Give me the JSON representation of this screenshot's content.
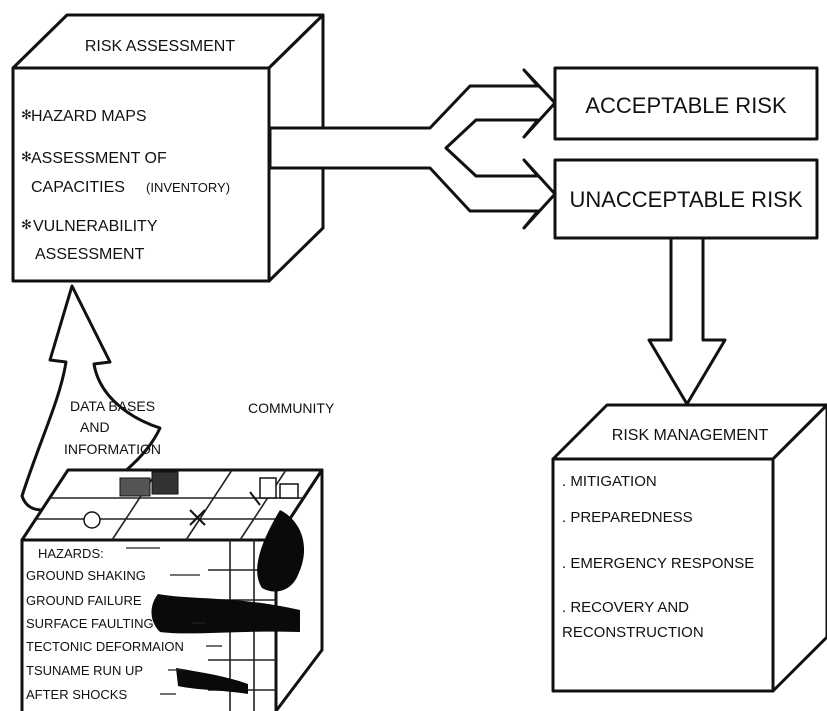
{
  "risk_assessment": {
    "title": "RISK ASSESSMENT",
    "items": [
      {
        "bullet": "✻",
        "lines": [
          "HAZARD MAPS"
        ]
      },
      {
        "bullet": "✻",
        "lines": [
          "ASSESSMENT OF",
          "CAPACITIES"
        ],
        "suffix": "(INVENTORY)"
      },
      {
        "bullet": "✻",
        "lines": [
          "VULNERABILITY",
          "ASSESSMENT"
        ]
      }
    ]
  },
  "outcomes": {
    "acceptable": "ACCEPTABLE RISK",
    "unacceptable": "UNACCEPTABLE RISK"
  },
  "risk_management": {
    "title": "RISK MANAGEMENT",
    "items": [
      ". MITIGATION",
      ". PREPAREDNESS",
      ". EMERGENCY  RESPONSE",
      ". RECOVERY AND",
      "RECONSTRUCTION"
    ]
  },
  "community": {
    "databases_label": [
      "DATA BASES",
      "AND",
      "INFORMATION"
    ],
    "community_label": "COMMUNITY",
    "hazards_title": "HAZARDS:",
    "hazards": [
      "GROUND SHAKING",
      "GROUND FAILURE",
      "SURFACE FAULTING",
      "TECTONIC DEFORMAION",
      "TSUNAME RUN UP",
      "AFTER SHOCKS"
    ]
  }
}
